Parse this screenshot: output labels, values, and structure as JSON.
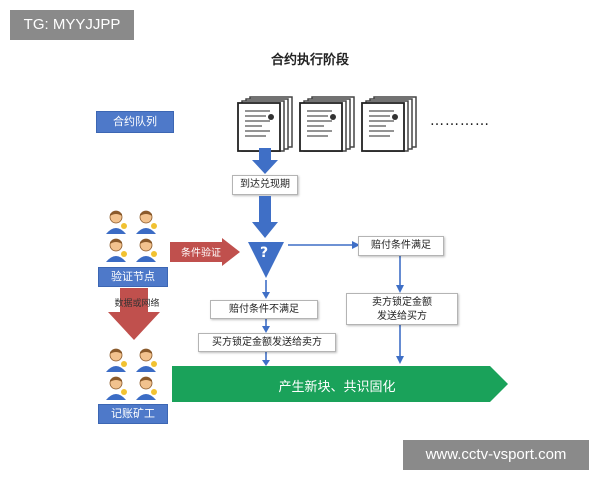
{
  "watermarks": {
    "top_left": "TG: MYYJJPP",
    "bottom_right": "www.cctv-vsport.com"
  },
  "diagram": {
    "title": "合约执行阶段",
    "contract_queue_label": "合约队列",
    "ellipsis": "…………",
    "arrival_box": "到达兑现期",
    "condition_verify_label": "条件验证",
    "question_mark": "?",
    "condition_met_box": "赔付条件满足",
    "condition_not_met_box": "赔付条件不满足",
    "buyer_lock_box": "买方锁定金额发送给卖方",
    "seller_lock_box_line1": "卖方锁定金额",
    "seller_lock_box_line2": "发送给买方",
    "verify_node_label": "验证节点",
    "broadcast_label": "数据或网络",
    "green_band_text": "产生新块、共识固化",
    "miner_label": "记账矿工"
  },
  "colors": {
    "blue_label": "#4e79c9",
    "blue_arrow": "#3f6fc6",
    "red_arrow": "#c0504d",
    "green_band": "#1aa25a",
    "watermark_bg": "#8a8a8a"
  }
}
